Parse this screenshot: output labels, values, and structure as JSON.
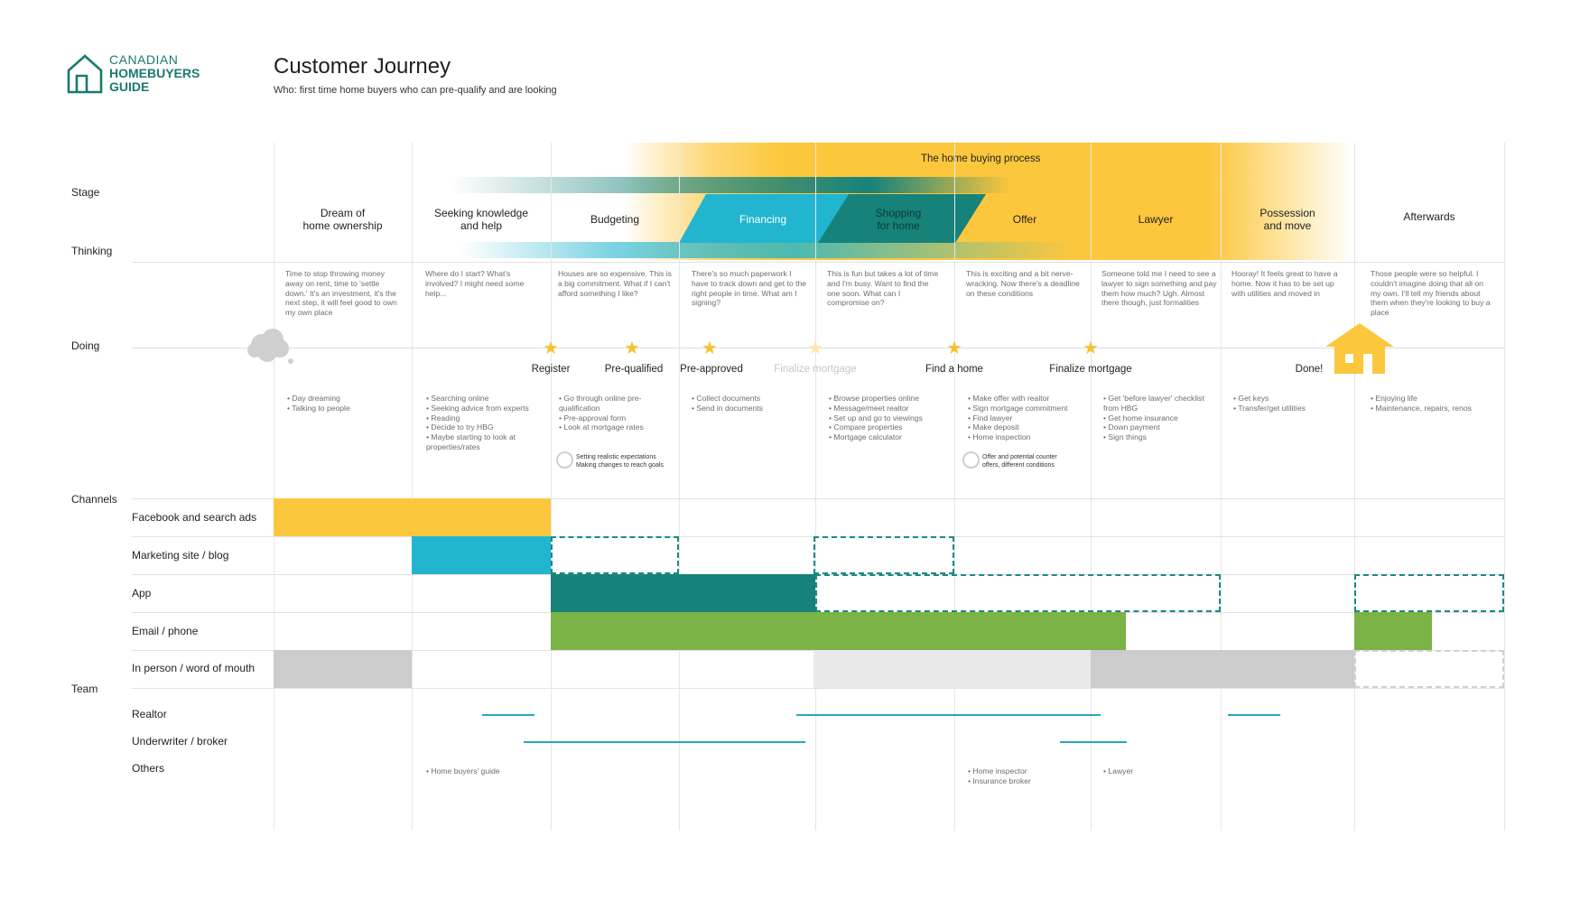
{
  "brand": {
    "line1": "CANADIAN",
    "line2": "HOMEBUYERS",
    "line3": "GUIDE",
    "color": "#1b7a6f"
  },
  "header": {
    "title": "Customer Journey",
    "subtitle": "Who: first time home buyers who can pre-qualify and are looking"
  },
  "row_labels": {
    "stage": "Stage",
    "thinking": "Thinking",
    "doing": "Doing",
    "channels": "Channels",
    "team": "Team"
  },
  "process_label": "The home buying process",
  "stages": [
    "Dream of\nhome ownership",
    "Seeking knowledge\nand help",
    "Budgeting",
    "Financing",
    "Shopping\nfor home",
    "Offer",
    "Lawyer",
    "Possession\nand move",
    "Afterwards"
  ],
  "thinking": [
    "Time to stop throwing money away on rent, time to 'settle down.' It's an investment, it's the next step, it will feel good to own my own place",
    "Where do I start? What's involved? I might need some help...",
    "Houses are so expensive. This is a big commitment. What if I can't afford something I like?",
    "There's so much paperwork I have to track down and get to the right people in time. What am I signing?",
    "This is fun but takes a lot of time and I'm busy. Want to find the one soon. What can I compromise on?",
    "This is exciting and a bit nerve-wracking. Now there's a deadline on these conditions",
    "Someone told me I need to see a lawyer to sign something and pay them how much? Ugh. Almost there though, just formalities",
    "Hooray! It feels great to have a home. Now it has to be set up with utilities and moved in",
    "Those people were so helpful. I couldn't imagine doing that all on my own. I'll tell my friends about them when they're looking to buy a place"
  ],
  "milestones": [
    "Register",
    "Pre-qualified",
    "Pre-approved",
    "Finalize mortgage",
    "Find a home",
    "Finalize mortgage",
    "Done!"
  ],
  "doing": [
    [
      "Day dreaming",
      "Talking to people"
    ],
    [
      "Searching online",
      "Seeking advice from experts",
      "Reading",
      "Decide to try HBG",
      "Maybe starting to look at properties/rates"
    ],
    [
      "Go through online pre-qualification",
      "Pre-approval form",
      "Look at mortgage rates"
    ],
    [
      "Collect documents",
      "Send in documents"
    ],
    [
      "Browse properties online",
      "Message/meet realtor",
      "Set up and go to viewings",
      "Compare properties",
      "Mortgage calculator"
    ],
    [
      "Make offer with realtor",
      "Sign mortgage commitment",
      "Find lawyer",
      "Make deposit",
      "Home inspection"
    ],
    [
      "Get 'before lawyer' checklist from HBG",
      "Get home insurance",
      "Down payment",
      "Sign things"
    ],
    [
      "Get keys",
      "Transfer/get utilities"
    ],
    [
      "Enjoying life",
      "Maintenance, repairs, renos"
    ]
  ],
  "notes": {
    "budgeting": "Setting realistic expectations\nMaking changes to reach goals",
    "offer": "Offer and potential counter\noffers, different conditions"
  },
  "channels": [
    "Facebook and search ads",
    "Marketing site / blog",
    "App",
    "Email / phone",
    "In person / word of mouth"
  ],
  "team": [
    "Realtor",
    "Underwriter / broker",
    "Others"
  ],
  "others": {
    "seeking": [
      "Home buyers' guide"
    ],
    "offer": [
      "Home inspector",
      "Insurance broker"
    ],
    "lawyer": [
      "Lawyer"
    ]
  },
  "colors": {
    "yellow": "#fcc73c",
    "blue": "#22b5cf",
    "teal": "#17827a",
    "green": "#7bb347",
    "grey": "#cccccc",
    "light_grey": "#e9e9e9"
  }
}
